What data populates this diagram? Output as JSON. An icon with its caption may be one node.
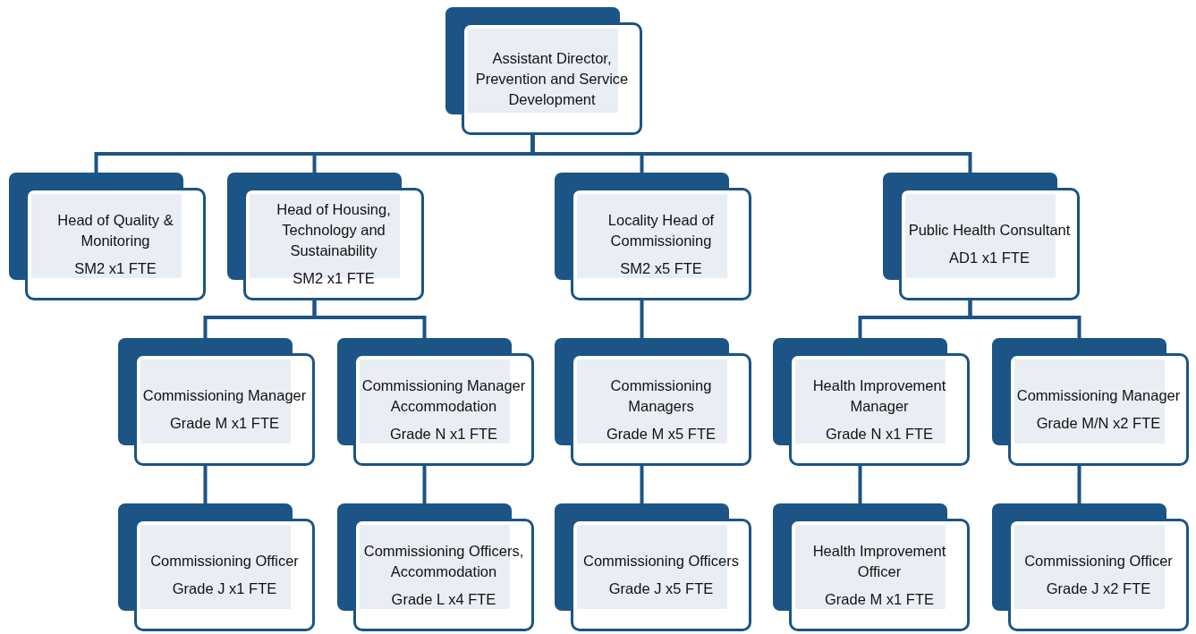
{
  "diagram": {
    "nodes": [
      {
        "text": [
          "Assistant Director, Prevention and Service Development"
        ]
      },
      {
        "text": [
          "Head of Quality & Monitoring",
          "SM2 x1 FTE"
        ]
      },
      {
        "text": [
          "Head of Housing, Technology and Sustainability",
          "SM2 x1 FTE"
        ]
      },
      {
        "text": [
          "Locality Head of Commissioning",
          "SM2 x5 FTE"
        ]
      },
      {
        "text": [
          "Public Health Consultant",
          "AD1 x1 FTE"
        ]
      },
      {
        "text": [
          "Commissioning Manager",
          "Grade M x1 FTE"
        ]
      },
      {
        "text": [
          "Commissioning Manager Accommodation",
          "Grade N x1 FTE"
        ]
      },
      {
        "text": [
          "Commissioning Managers",
          "Grade M x5 FTE"
        ]
      },
      {
        "text": [
          "Health Improvement Manager",
          "Grade N x1 FTE"
        ]
      },
      {
        "text": [
          "Commissioning Manager",
          "Grade M/N x2 FTE"
        ]
      },
      {
        "text": [
          "Commissioning Officer",
          "Grade J x1 FTE"
        ]
      },
      {
        "text": [
          "Commissioning Officers, Accommodation",
          "Grade L x4 FTE"
        ]
      },
      {
        "text": [
          "Commissioning Officers",
          "Grade J x5 FTE"
        ]
      },
      {
        "text": [
          "Health Improvement Officer",
          "Grade M x1 FTE"
        ]
      },
      {
        "text": [
          "Commissioning Officer",
          "Grade J x2 FTE"
        ]
      }
    ],
    "edges": [
      {
        "from": 0,
        "to": 1,
        "arrow": "none"
      },
      {
        "from": 0,
        "to": 2,
        "arrow": "none"
      },
      {
        "from": 0,
        "to": 3,
        "arrow": "none"
      },
      {
        "from": 0,
        "to": 4,
        "arrow": "none"
      },
      {
        "from": 2,
        "to": 5,
        "arrow": "none"
      },
      {
        "from": 2,
        "to": 6,
        "arrow": "none"
      },
      {
        "from": 3,
        "to": 7,
        "arrow": "none"
      },
      {
        "from": 4,
        "to": 8,
        "arrow": "none"
      },
      {
        "from": 4,
        "to": 9,
        "arrow": "none"
      },
      {
        "from": 5,
        "to": 10,
        "arrow": "none"
      },
      {
        "from": 6,
        "to": 11,
        "arrow": "none"
      },
      {
        "from": 7,
        "to": 12,
        "arrow": "none"
      },
      {
        "from": 8,
        "to": 13,
        "arrow": "none"
      },
      {
        "from": 9,
        "to": 14,
        "arrow": "none"
      }
    ]
  }
}
